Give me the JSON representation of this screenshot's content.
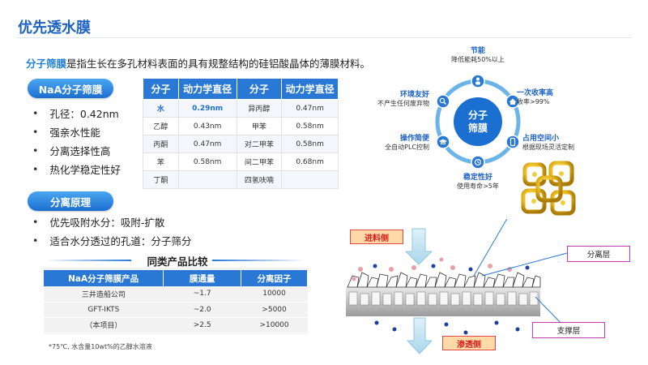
{
  "page_title": "优先透水膜",
  "intro": {
    "term": "分子筛膜",
    "text": "是指生长在多孔材料表面的具有规整结构的硅铝酸晶体的薄膜材料。"
  },
  "section1": {
    "title": "NaA分子筛膜",
    "bullets": [
      "孔径：0.42nm",
      "强亲水性能",
      "分离选择性高",
      "热化学稳定性好"
    ]
  },
  "section2": {
    "title": "分离原理",
    "bullets": [
      "优先吸附水分：吸附-扩散",
      "适合水分透过的孔道：分子筛分"
    ]
  },
  "molecule_table": {
    "headers": [
      "分子",
      "动力学直径",
      "分子",
      "动力学直径"
    ],
    "rows": [
      [
        "水",
        "0.29nm",
        "异丙醇",
        "0.47nm"
      ],
      [
        "乙醇",
        "0.43nm",
        "甲苯",
        "0.58nm"
      ],
      [
        "丙酮",
        "0.47nm",
        "对二甲苯",
        "0.58nm"
      ],
      [
        "苯",
        "0.58nm",
        "间二甲苯",
        "0.68nm"
      ],
      [
        "丁酮",
        "",
        "四氢呋喃",
        ""
      ]
    ]
  },
  "comparison": {
    "title": "同类产品比较",
    "headers": [
      "NaA分子筛膜产品",
      "膜通量",
      "分离因子"
    ],
    "rows": [
      [
        "三井造船公司",
        "~1.7",
        "10000"
      ],
      [
        "GFT-IKTS",
        "~2.0",
        ">5000"
      ],
      [
        "（本项目）",
        ">2.5",
        ">10000"
      ]
    ],
    "footnote": "*75℃, 水含量10wt%的乙醇水溶液"
  },
  "ring": {
    "center": [
      "分子",
      "筛膜"
    ],
    "features": [
      {
        "title": "节能",
        "desc": "降低能耗50%以上",
        "icon": "person-icon"
      },
      {
        "title": "一次收率高",
        "desc": "收率>99%",
        "icon": "home-icon"
      },
      {
        "title": "占用空间小",
        "desc": "根据现场灵活定制",
        "icon": "phone-icon"
      },
      {
        "title": "稳定性好",
        "desc": "使用寿命>5年",
        "icon": "clock-icon"
      },
      {
        "title": "操作简便",
        "desc": "全自动PLC控制",
        "icon": "graduation-cap-icon"
      },
      {
        "title": "环境友好",
        "desc": "不产生任何废弃物",
        "icon": "search-icon"
      }
    ],
    "colors": {
      "ring": "#6ab4ea",
      "center": "#1b6fd0",
      "node": "#2a78d6"
    }
  },
  "membrane_diagram": {
    "feed_label": "进料侧",
    "permeate_label": "渗透侧",
    "separation_layer_label": "分离层",
    "support_layer_label": "支撑层"
  }
}
